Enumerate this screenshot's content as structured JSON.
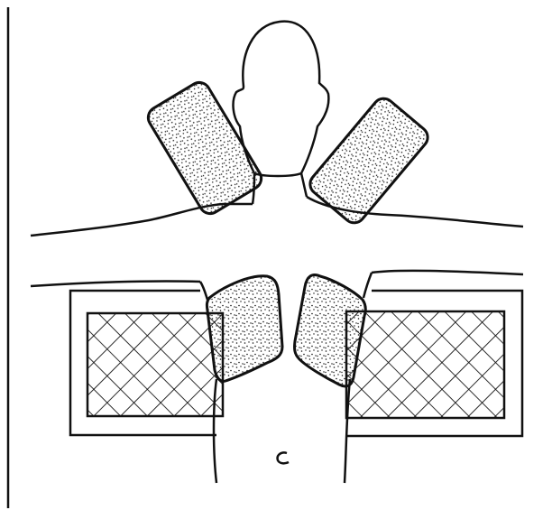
{
  "figure": {
    "ink_color": "#111111",
    "background_color": "#ffffff",
    "shapes": {
      "upper_pads": "stippled",
      "lower_pads": "stippled",
      "side_panels": "cross-hatched"
    }
  }
}
